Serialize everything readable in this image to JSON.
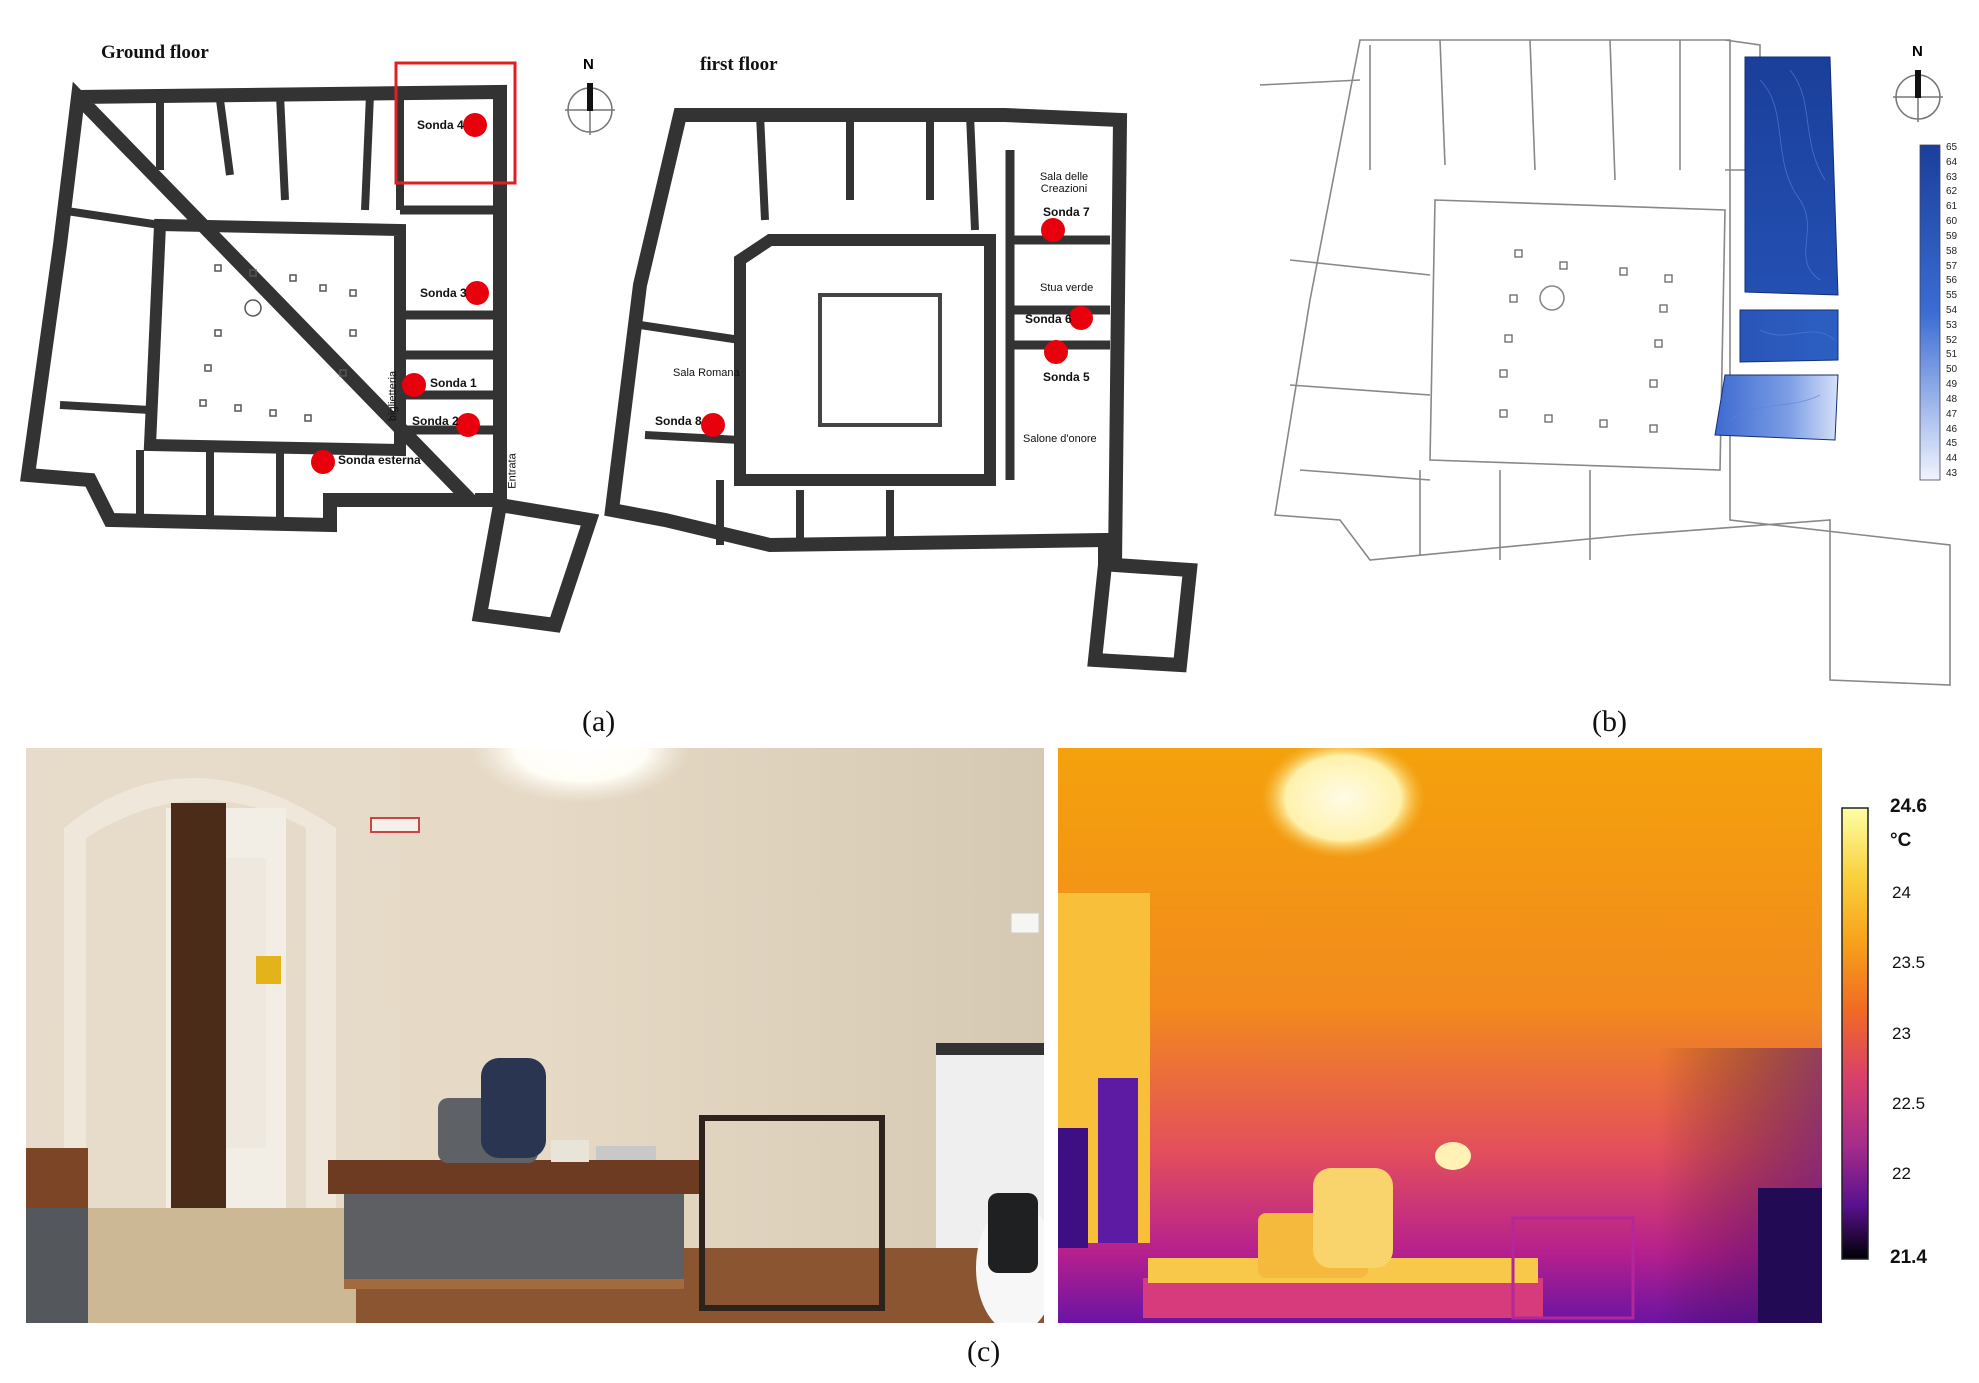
{
  "panel_a": {
    "ground_title": "Ground floor",
    "first_title": "first floor",
    "label": "(a)",
    "north": "N",
    "probes_ground": [
      "Sonda 4",
      "Sonda 3",
      "Sonda 1",
      "Sonda 2",
      "Sonda esterna"
    ],
    "probes_first": [
      "Sonda 7",
      "Sonda 6",
      "Sonda 5",
      "Sonda 8"
    ],
    "rooms_ground": [
      "biglietteria",
      "Entrata"
    ],
    "rooms_first": [
      "Sala delle Creazioni",
      "Stua verde",
      "Salone d'onore",
      "Sala Romana"
    ]
  },
  "panel_b": {
    "label": "(b)",
    "north": "N",
    "scale_ticks": [
      "65",
      "64",
      "63",
      "62",
      "61",
      "60",
      "59",
      "58",
      "57",
      "56",
      "55",
      "54",
      "53",
      "52",
      "51",
      "50",
      "49",
      "48",
      "47",
      "46",
      "45",
      "44",
      "43"
    ]
  },
  "panel_c": {
    "label": "(c)",
    "colorbar_max": "24.6",
    "colorbar_unit": "°C",
    "colorbar_ticks": [
      "24",
      "23.5",
      "23",
      "22.5",
      "22"
    ],
    "colorbar_min": "21.4"
  }
}
